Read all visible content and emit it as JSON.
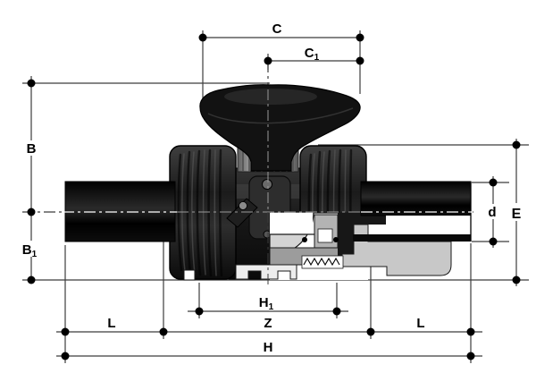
{
  "meta": {
    "description": "Technical cross-section dimension drawing of a double-union ball valve with T-handle",
    "background": "#ffffff"
  },
  "colors": {
    "dimension_line": "#3c3c3c",
    "dimension_dot": "#000000",
    "label_text": "#000000",
    "valve_dark": "#161616",
    "pipe_black": "#0a0a0a",
    "section_light": "#d4d4d4",
    "section_mid": "#9c9c9c",
    "section_pale": "#ededed",
    "connector_gray": "#c8c8c8"
  },
  "labels": {
    "c": {
      "text": "C",
      "sub": ""
    },
    "c1": {
      "text": "C",
      "sub": "1"
    },
    "b": {
      "text": "B",
      "sub": ""
    },
    "b1": {
      "text": "B",
      "sub": "1"
    },
    "e": {
      "text": "E",
      "sub": ""
    },
    "d": {
      "text": "d",
      "sub": ""
    },
    "h1": {
      "text": "H",
      "sub": "1"
    },
    "z": {
      "text": "Z",
      "sub": ""
    },
    "l_left": {
      "text": "L",
      "sub": ""
    },
    "l_right": {
      "text": "L",
      "sub": ""
    },
    "h": {
      "text": "H",
      "sub": ""
    }
  }
}
